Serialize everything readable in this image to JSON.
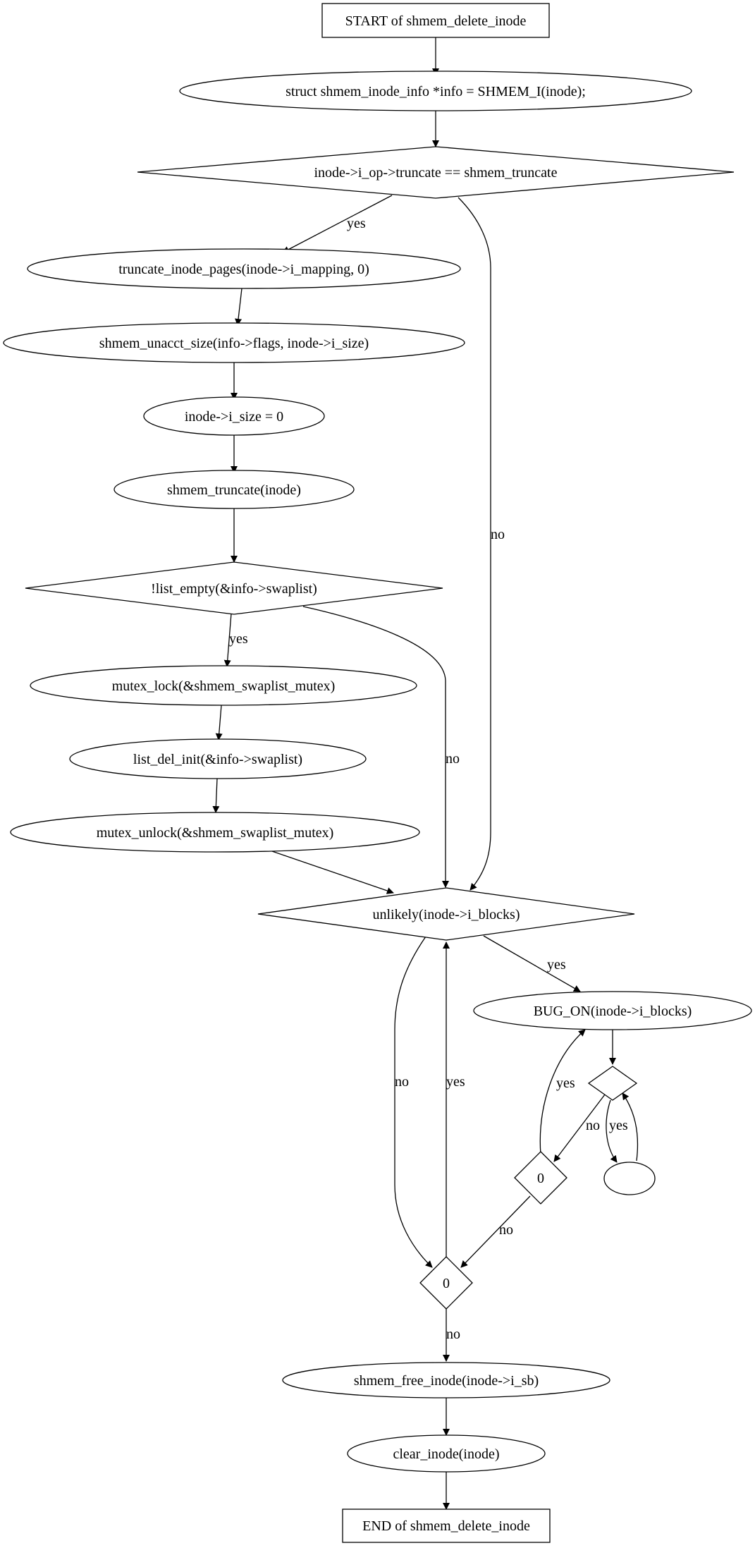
{
  "nodes": {
    "start": {
      "label": "START of shmem_delete_inode"
    },
    "info_decl": {
      "label": "struct shmem_inode_info *info = SHMEM_I(inode);"
    },
    "cond_truncate": {
      "label": "inode->i_op->truncate == shmem_truncate"
    },
    "truncate_pages": {
      "label": "truncate_inode_pages(inode->i_mapping, 0)"
    },
    "unacct_size": {
      "label": "shmem_unacct_size(info->flags, inode->i_size)"
    },
    "isize_zero": {
      "label": "inode->i_size = 0"
    },
    "shmem_truncate": {
      "label": "shmem_truncate(inode)"
    },
    "cond_swaplist": {
      "label": "!list_empty(&info->swaplist)"
    },
    "mutex_lock": {
      "label": "mutex_lock(&shmem_swaplist_mutex)",
      "fill": "#add8e6"
    },
    "list_del": {
      "label": "list_del_init(&info->swaplist)"
    },
    "mutex_unlock": {
      "label": "mutex_unlock(&shmem_swaplist_mutex)",
      "fill": "#ffff00"
    },
    "cond_blocks": {
      "label": "unlikely(inode->i_blocks)"
    },
    "bug_on": {
      "label": "BUG_ON(inode->i_blocks)"
    },
    "small_diamond": {
      "label": ""
    },
    "loop_ellipse": {
      "label": ""
    },
    "zero_inner": {
      "label": "0"
    },
    "zero_outer": {
      "label": "0"
    },
    "free_inode": {
      "label": "shmem_free_inode(inode->i_sb)"
    },
    "clear_inode": {
      "label": "clear_inode(inode)"
    },
    "end": {
      "label": "END of shmem_delete_inode"
    }
  },
  "edge_labels": {
    "truncate_yes": "yes",
    "truncate_no": "no",
    "swaplist_yes": "yes",
    "swaplist_no": "no",
    "blocks_yes": "yes",
    "blocks_no": "no",
    "zero_outer_yes": "yes",
    "zero_outer_no": "no",
    "zero_inner_yes": "yes",
    "zero_inner_no": "no",
    "small_diamond_no": "no",
    "small_diamond_yes": "yes"
  }
}
